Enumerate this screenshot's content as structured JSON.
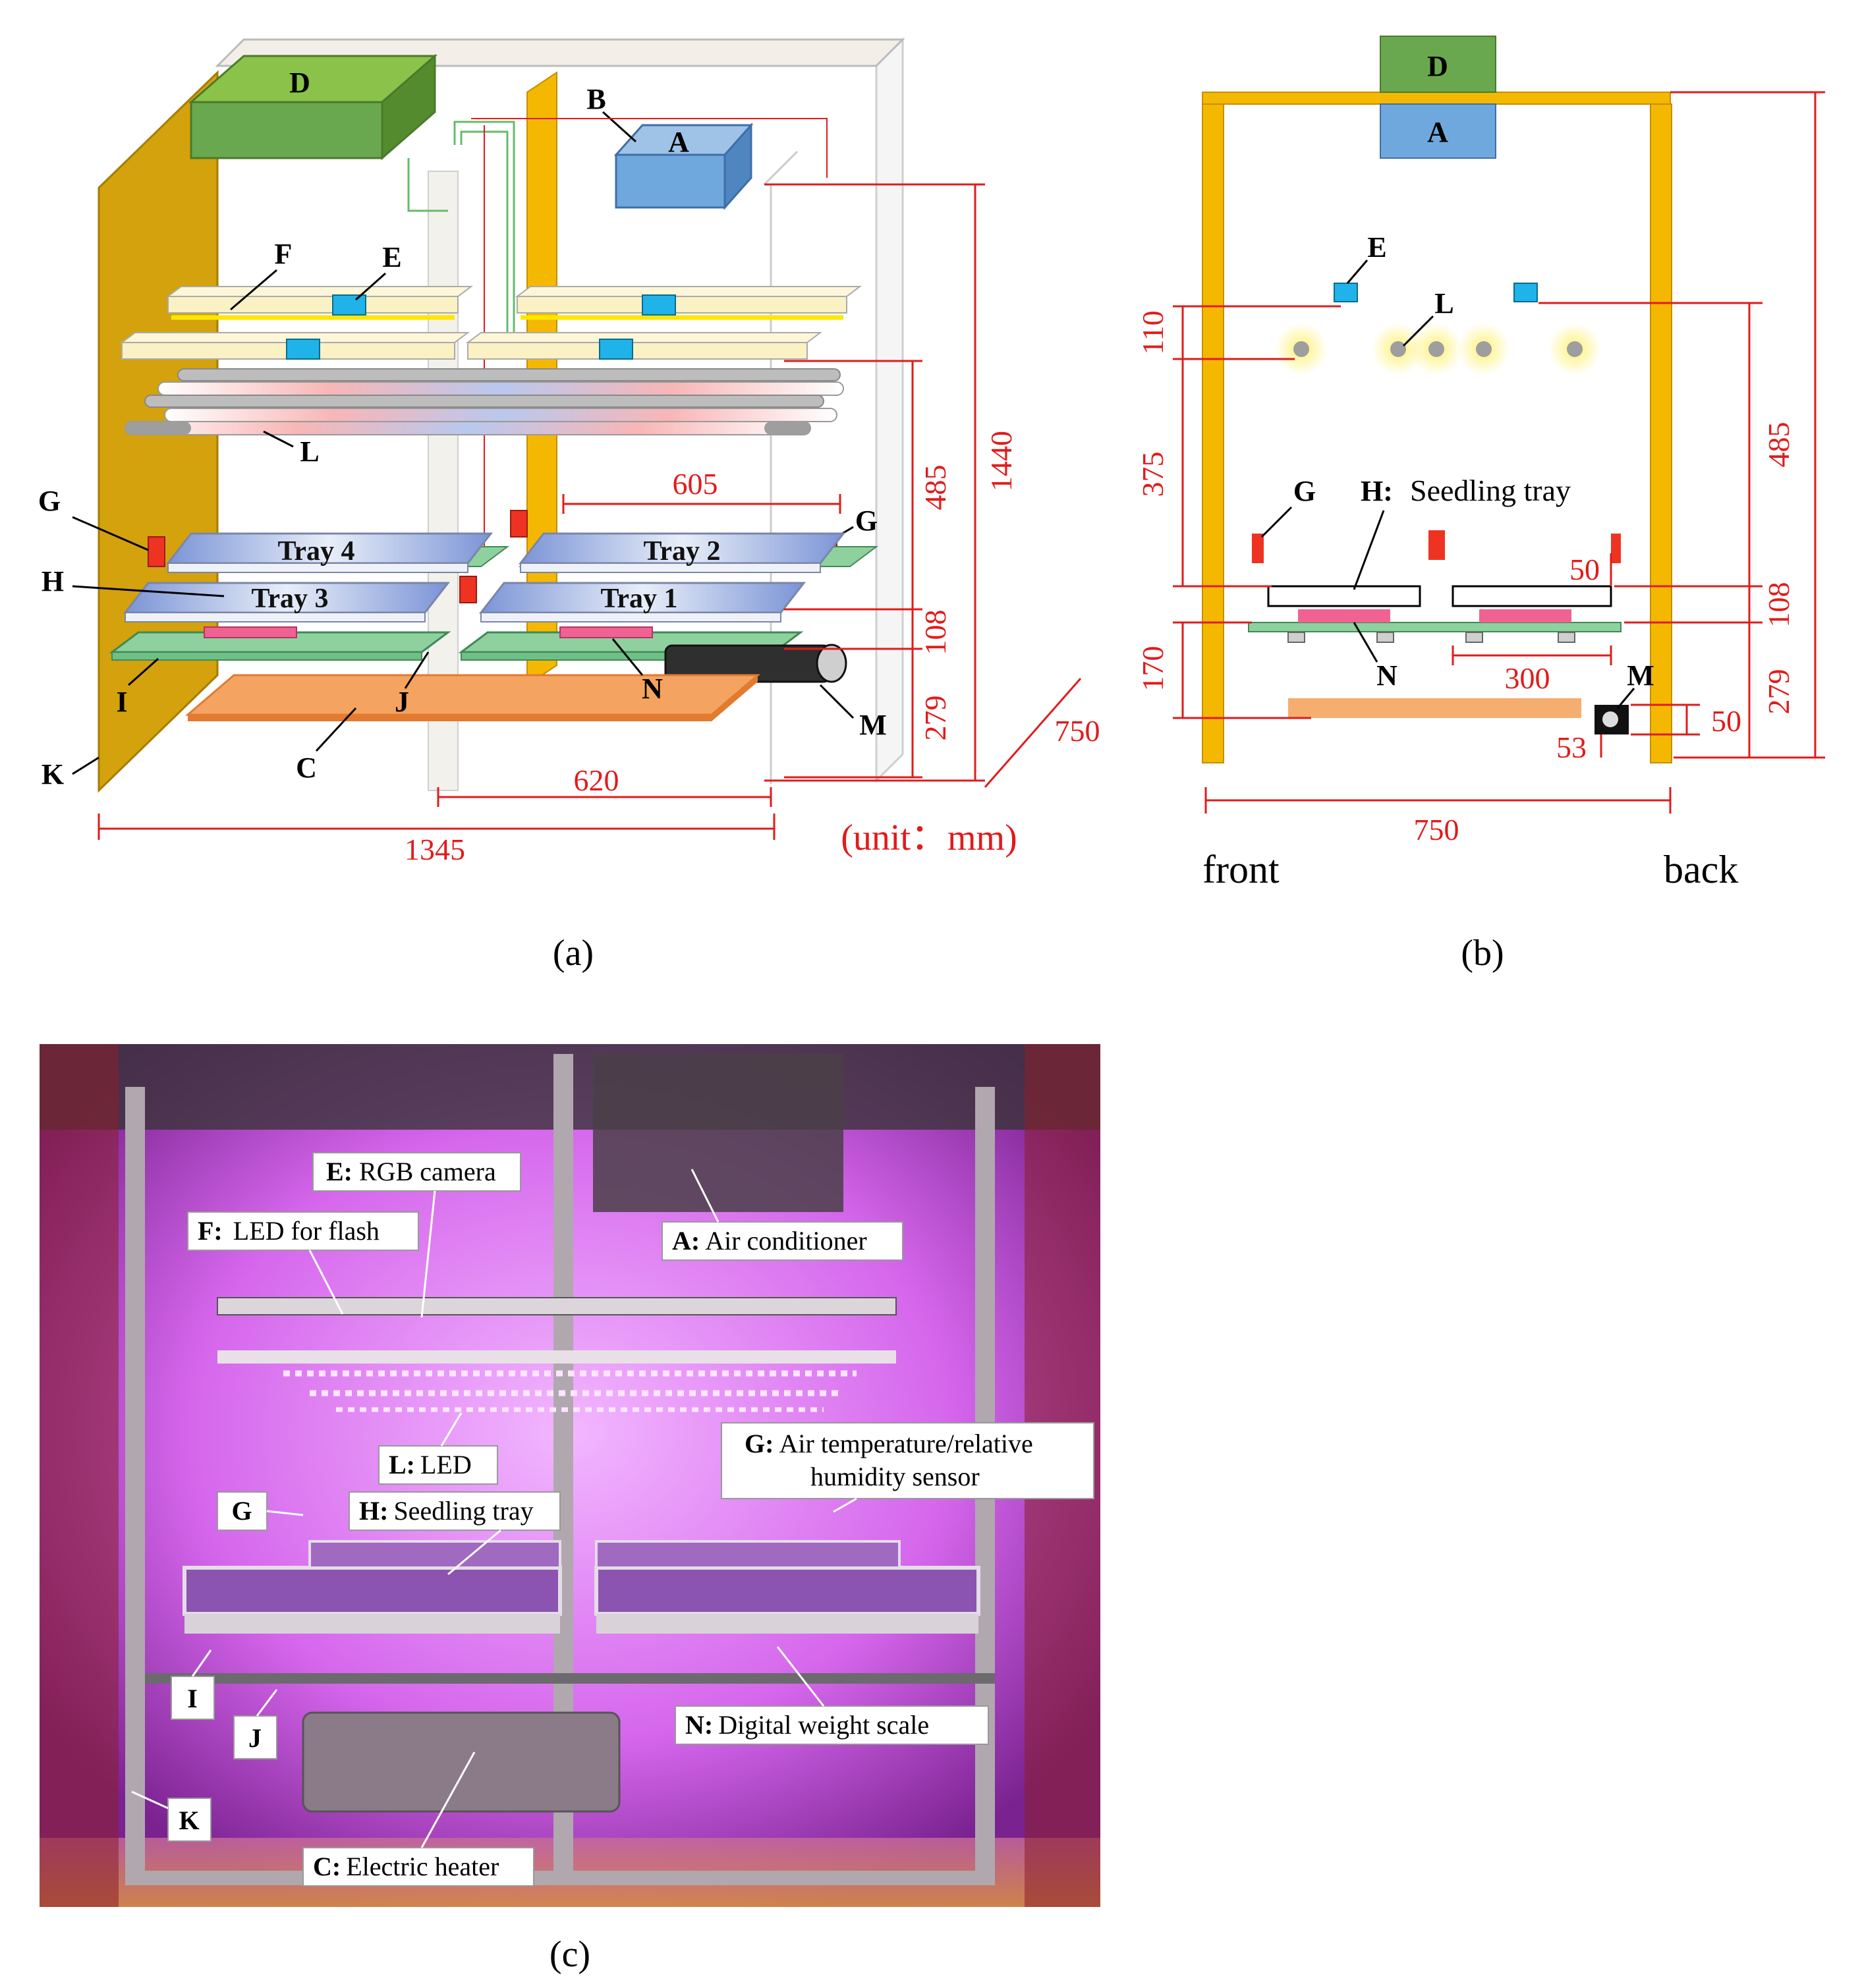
{
  "panel_captions": {
    "a": "(a)",
    "b": "(b)",
    "c": "(c)"
  },
  "panel_a": {
    "component_labels": {
      "A": "A",
      "B": "B",
      "C": "C",
      "D": "D",
      "E": "E",
      "F": "F",
      "G1": "G",
      "G2": "G",
      "H": "H",
      "I": "I",
      "J": "J",
      "K": "K",
      "L": "L",
      "M": "M",
      "N": "N"
    },
    "trays": [
      "Tray 4",
      "Tray 2",
      "Tray 3",
      "Tray 1"
    ],
    "dimensions": {
      "height_total": "1440",
      "height_485": "485",
      "height_108": "108",
      "height_279": "279",
      "width_605": "605",
      "width_620": "620",
      "width_1345": "1345",
      "depth_750": "750"
    },
    "unit": "(unit：mm)"
  },
  "panel_b": {
    "component_labels": {
      "D": "D",
      "A": "A",
      "E": "E",
      "L": "L",
      "G": "G",
      "H": "H:",
      "H_text": "Seedling tray",
      "N": "N",
      "M": "M"
    },
    "dimensions": {
      "d110": "110",
      "d375": "375",
      "d170": "170",
      "d485": "485",
      "d108": "108",
      "d279": "279",
      "d50a": "50",
      "d300": "300",
      "d50b": "50",
      "d53": "53",
      "d750": "750"
    },
    "side_labels": {
      "front": "front",
      "back": "back"
    }
  },
  "panel_c": {
    "callouts": {
      "E_key": "E:",
      "E_text": "RGB camera",
      "F_key": "F:",
      "F_text": "LED for flash",
      "A_key": "A:",
      "A_text": "Air conditioner",
      "L_key": "L:",
      "L_text": "LED",
      "G_key": "G:",
      "G_text1": "Air temperature/relative",
      "G_text2": "humidity sensor",
      "G_short": "G",
      "H_key": "H:",
      "H_text": "Seedling tray",
      "I": "I",
      "J": "J",
      "K": "K",
      "N_key": "N:",
      "N_text": "Digital weight scale",
      "C_key": "C:",
      "C_text": "Electric heater"
    }
  },
  "colors": {
    "dimension_red": "#e11b1b",
    "frame_orange": "#f5b800",
    "module_green": "#6aa84f",
    "module_blue": "#6fa8dc",
    "camera_cyan": "#1fb3ea",
    "sensor_red": "#ee3322",
    "heater_orange": "#f4a460",
    "scale_pink": "#f06292",
    "shelf_green": "#8fd19e",
    "chamber_purple": "#c050d8"
  }
}
